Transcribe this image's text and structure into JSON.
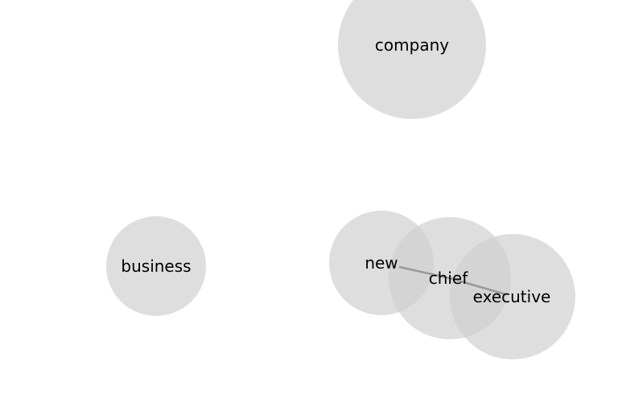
{
  "colors": {
    "node_fill": "#d0d0d0",
    "edge_stroke": "#999999",
    "label": "#000000",
    "background": "#ffffff"
  },
  "nodes": [
    {
      "id": "company",
      "label": "company"
    },
    {
      "id": "business",
      "label": "business"
    },
    {
      "id": "new",
      "label": "new"
    },
    {
      "id": "chief",
      "label": "chief"
    },
    {
      "id": "executive",
      "label": "executive"
    }
  ],
  "edges": [
    {
      "source": "new",
      "target": "chief"
    },
    {
      "source": "chief",
      "target": "executive"
    }
  ]
}
